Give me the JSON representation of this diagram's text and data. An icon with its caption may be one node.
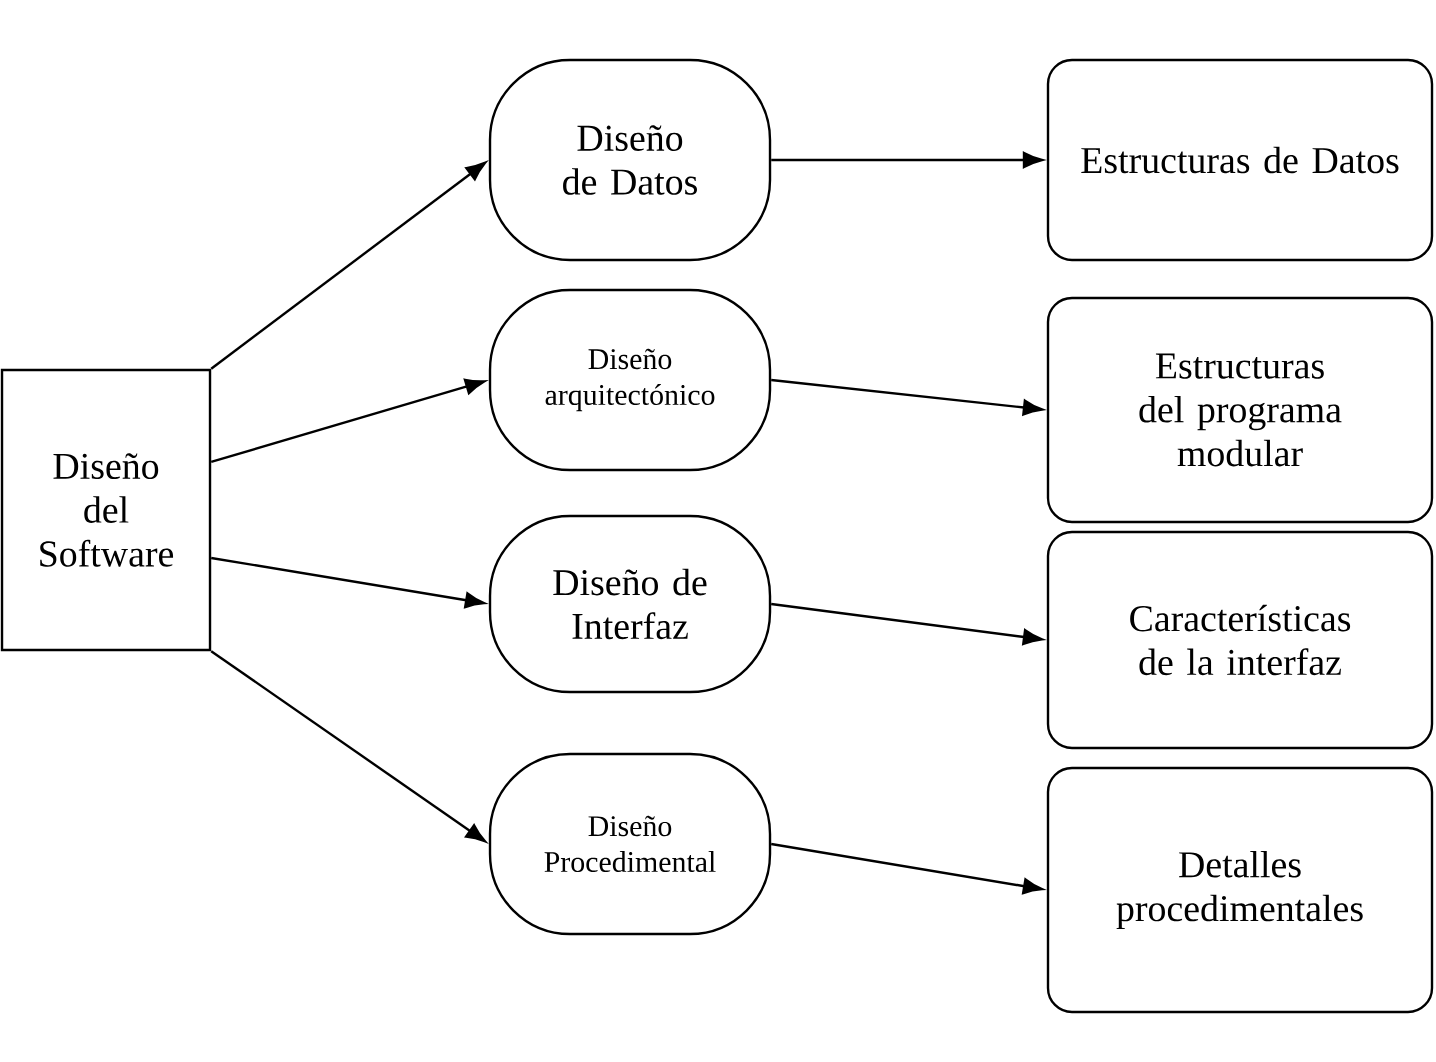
{
  "diagram": {
    "nodes": [
      {
        "text": [
          "Diseño del Software"
        ]
      },
      {
        "text": [
          "Diseño de Datos"
        ]
      },
      {
        "text": [
          "Diseño arquitectónico"
        ]
      },
      {
        "text": [
          "Diseño de Interfaz"
        ]
      },
      {
        "text": [
          "Diseño Procedimental"
        ]
      },
      {
        "text": [
          "Estructuras de Datos"
        ]
      },
      {
        "text": [
          "Estructuras del programa modular"
        ]
      },
      {
        "text": [
          "Características de la interfaz"
        ]
      },
      {
        "text": [
          "Detalles procedimentales"
        ]
      }
    ],
    "edges": [
      {
        "from": 0,
        "to": 1,
        "arrow": "to"
      },
      {
        "from": 0,
        "to": 2,
        "arrow": "to"
      },
      {
        "from": 0,
        "to": 3,
        "arrow": "to"
      },
      {
        "from": 0,
        "to": 4,
        "arrow": "to"
      },
      {
        "from": 1,
        "to": 5,
        "arrow": "to"
      },
      {
        "from": 2,
        "to": 6,
        "arrow": "to"
      },
      {
        "from": 3,
        "to": 7,
        "arrow": "to"
      },
      {
        "from": 4,
        "to": 8,
        "arrow": "to"
      }
    ]
  }
}
